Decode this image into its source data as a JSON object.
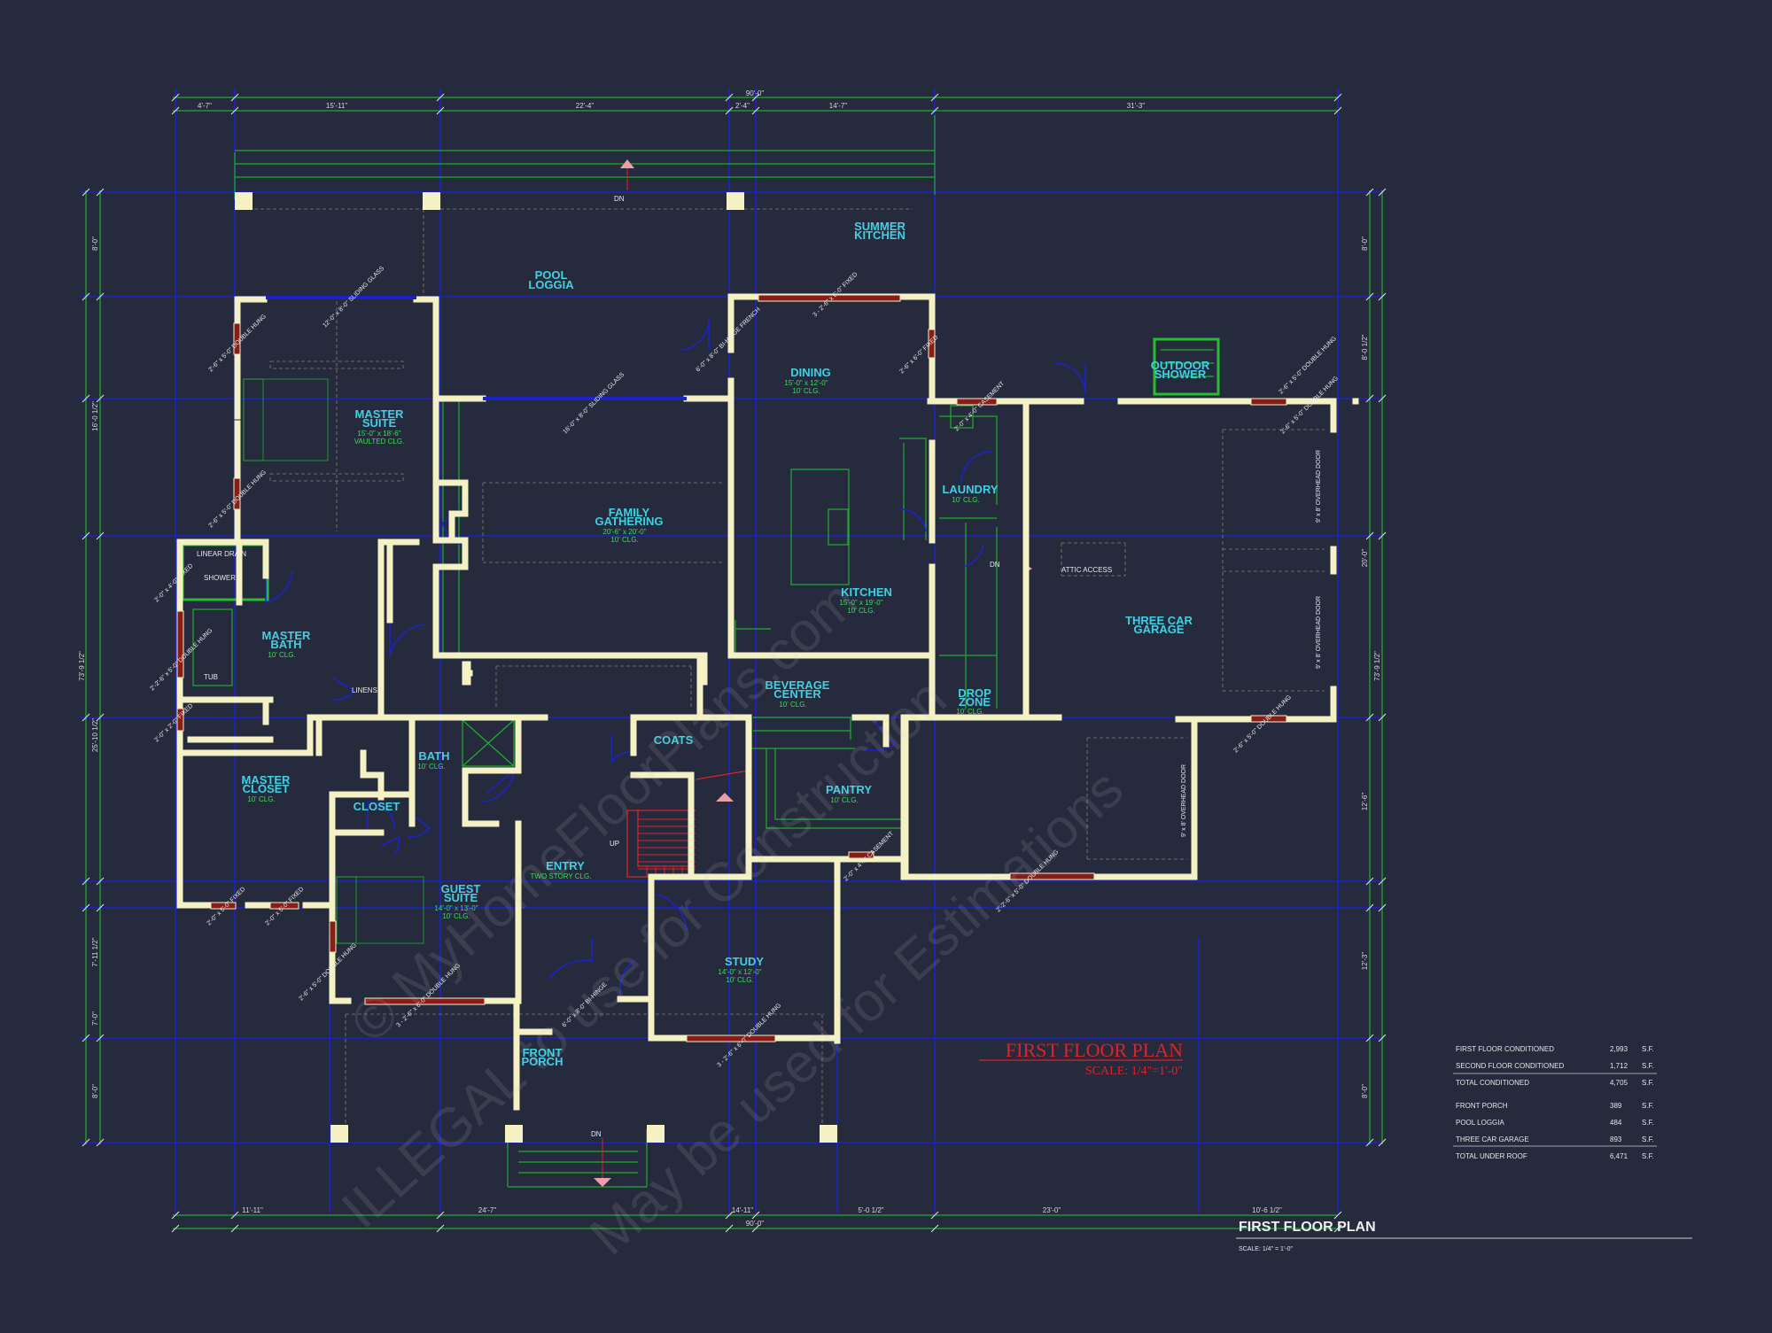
{
  "plan": {
    "overall_top": "90'-0\"",
    "overall_bottom": "90'-0\"",
    "top_dims": [
      "4'-7\"",
      "15'-11\"",
      "22'-4\"",
      "2'-4\"",
      "14'-7\"",
      "31'-3\""
    ],
    "bottom_dims": [
      "11'-11\"",
      "24'-7\"",
      "14'-11\"",
      "5'-0 1/2\"",
      "23'-0\"",
      "10'-6 1/2\""
    ],
    "left_overall": "73'-9 1/2\"",
    "left_dims": [
      "8'-0\"",
      "16'-0 1/2\"",
      "25'-10 1/2\"",
      "7'-11 1/2\"",
      "7'-0\"",
      "8'-0\""
    ],
    "right_overall": "73'-9 1/2\"",
    "right_dims": [
      "8'-0\"",
      "8'-0 1/2\"",
      "20'-0\"",
      "12'-6\"",
      "12'-3\"",
      "8'-0\""
    ],
    "dn_labels": [
      "DN",
      "DN",
      "DN"
    ],
    "up_label": "UP"
  },
  "rooms": {
    "pool_loggia": {
      "l1": "POOL",
      "l2": "LOGGIA"
    },
    "summer_kitchen": {
      "l1": "SUMMER",
      "l2": "KITCHEN"
    },
    "outdoor_shower": {
      "l1": "OUTDOOR",
      "l2": "SHOWER"
    },
    "master_suite": {
      "l1": "MASTER",
      "l2": "SUITE",
      "size": "15'-0\" x 18'-6\"",
      "clg": "VAULTED CLG."
    },
    "dining": {
      "l1": "DINING",
      "size": "15'-0\" x 12'-0\"",
      "clg": "10' CLG."
    },
    "family": {
      "l1": "FAMILY",
      "l2": "GATHERING",
      "size": "20'-6\" x 20'-0\"",
      "clg": "10' CLG."
    },
    "laundry": {
      "l1": "LAUNDRY",
      "clg": "10' CLG."
    },
    "kitchen": {
      "l1": "KITCHEN",
      "size": "15'-0\" x 19'-0\"",
      "clg": "10' CLG."
    },
    "master_bath": {
      "l1": "MASTER",
      "l2": "BATH",
      "clg": "10' CLG."
    },
    "three_car_garage": {
      "l1": "THREE CAR",
      "l2": "GARAGE"
    },
    "drop_zone": {
      "l1": "DROP",
      "l2": "ZONE",
      "clg": "10' CLG."
    },
    "beverage": {
      "l1": "BEVERAGE",
      "l2": "CENTER",
      "clg": "10' CLG."
    },
    "coats": {
      "l1": "COATS"
    },
    "bath": {
      "l1": "BATH",
      "clg": "10' CLG."
    },
    "pantry": {
      "l1": "PANTRY",
      "clg": "10' CLG."
    },
    "master_closet": {
      "l1": "MASTER",
      "l2": "CLOSET",
      "clg": "10' CLG."
    },
    "closet": {
      "l1": "CLOSET"
    },
    "entry": {
      "l1": "ENTRY",
      "clg": "TWO STORY CLG."
    },
    "guest_suite": {
      "l1": "GUEST",
      "l2": "SUITE",
      "size": "14'-0\" x 13'-0\"",
      "clg": "10' CLG."
    },
    "study": {
      "l1": "STUDY",
      "size": "14'-0\" x 12'-0\"",
      "clg": "10' CLG."
    },
    "front_porch": {
      "l1": "FRONT",
      "l2": "PORCH"
    }
  },
  "fixtures": {
    "linear_drain": "LINEAR DRAIN",
    "shower": "SHOWER",
    "tub": "TUB",
    "linens": "LINENS",
    "attic_access": "ATTIC ACCESS",
    "dn_small": "DN",
    "overhead_door_1": "9' x 8' OVERHEAD DOOR",
    "overhead_door_2": "9' x 8' OVERHEAD DOOR",
    "overhead_door_3": "9' x 8' OVERHEAD DOOR"
  },
  "windows": {
    "w1": "12'-0\" x 8'-0\" SLIDING GLASS",
    "w2": "2'-6\" x 5'-0\" DOUBLE HUNG",
    "w3": "2'-6\" x 5'-0\" DOUBLE HUNG",
    "w4": "16'-0\" x 8'-0\" SLIDING GLASS",
    "w5": "6'-0\" x 8'-0\" BI-HINGE FRENCH",
    "w6": "3 - 2'-6\" x 6'-0\" FIXED",
    "w7": "2'-6\" x 6'-0\" FIXED",
    "w8": "2'-6\" x 5'-0\" DOUBLE HUNG",
    "w9": "2'-0\" x 4'-0\" FIXED",
    "w10": "2'-2'-6\" x 5'-0\" DOUBLE HUNG",
    "w11": "2'-0\" x 2'-0\" FIXED",
    "w12": "2'-0\" x 4'-0\" CASEMENT",
    "w13": "2'-0\" x 4'-0\" CASEMENT",
    "w14": "2'-0\" x 5'-0\" FIXED",
    "w15": "2'-0\" x 5'-0\" FIXED",
    "w16": "2'-6\" x 5'-0\" DOUBLE HUNG",
    "w17": "3 - 2'-6\" x 6'-0\" DOUBLE HUNG",
    "w18": "6'-0\" x 8'-0\" BI-HINGE",
    "w19": "3 - 2'-6\" x 6'-0\" DOUBLE HUNG",
    "w20": "2'-2'-6\" x 5'-0\" DOUBLE HUNG",
    "w21": "2'-6\" x 5'-0\" DOUBLE HUNG",
    "w22": "2'-6\" x 5'-0\" DOUBLE HUNG"
  },
  "title": {
    "red_title": "FIRST FLOOR PLAN",
    "red_scale": "SCALE: 1/4\"=1'-0\"",
    "sheet_title": "FIRST FLOOR  PLAN",
    "sheet_scale": "SCALE: 1/4\" = 1'-0\""
  },
  "area_table": {
    "rows": [
      {
        "label": "FIRST FLOOR CONDITIONED",
        "value": "2,993",
        "unit": "S.F."
      },
      {
        "label": "SECOND FLOOR CONDITIONED",
        "value": "1,712",
        "unit": "S.F."
      },
      {
        "label": "TOTAL CONDITIONED",
        "value": "4,705",
        "unit": "S.F."
      },
      {
        "label": "FRONT PORCH",
        "value": "389",
        "unit": "S.F."
      },
      {
        "label": "POOL LOGGIA",
        "value": "484",
        "unit": "S.F."
      },
      {
        "label": "THREE CAR GARAGE",
        "value": "893",
        "unit": "S.F."
      },
      {
        "label": "TOTAL UNDER ROOF",
        "value": "6,471",
        "unit": "S.F."
      }
    ]
  },
  "watermark": {
    "l1": "© MyHomeFloorPlans.com",
    "l2": "ILLEGAL to use for Construction",
    "l3": "May be used for Estimations"
  },
  "colors": {
    "background": "#262a3d",
    "wall": "#f4f2c4",
    "dimension_line": "#1fae2e",
    "grid_line": "#1c22c9",
    "room_label": "#3fd0e3",
    "room_sublabel": "#3bdc5c",
    "title_red": "#d8242a"
  }
}
